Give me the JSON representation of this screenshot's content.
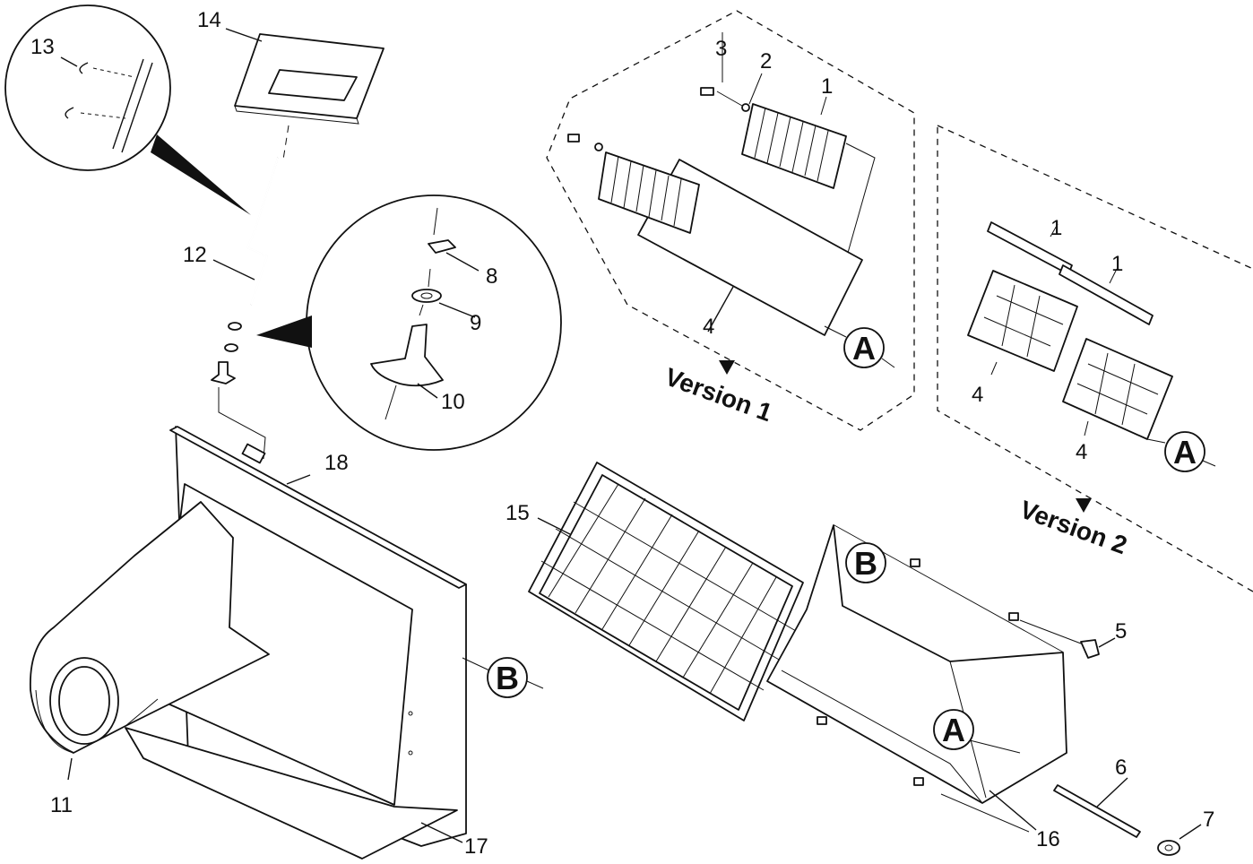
{
  "diagram": {
    "part_numbers": {
      "p1": "1",
      "p2": "2",
      "p3": "3",
      "p4": "4",
      "p5": "5",
      "p6": "6",
      "p7": "7",
      "p8": "8",
      "p9": "9",
      "p10": "10",
      "p11": "11",
      "p12": "12",
      "p13": "13",
      "p14": "14",
      "p15": "15",
      "p16": "16",
      "p17": "17",
      "p18": "18"
    },
    "versions": {
      "v1": "Version 1",
      "v2": "Version 2"
    },
    "callouts": {
      "a": "A",
      "b": "B"
    }
  }
}
